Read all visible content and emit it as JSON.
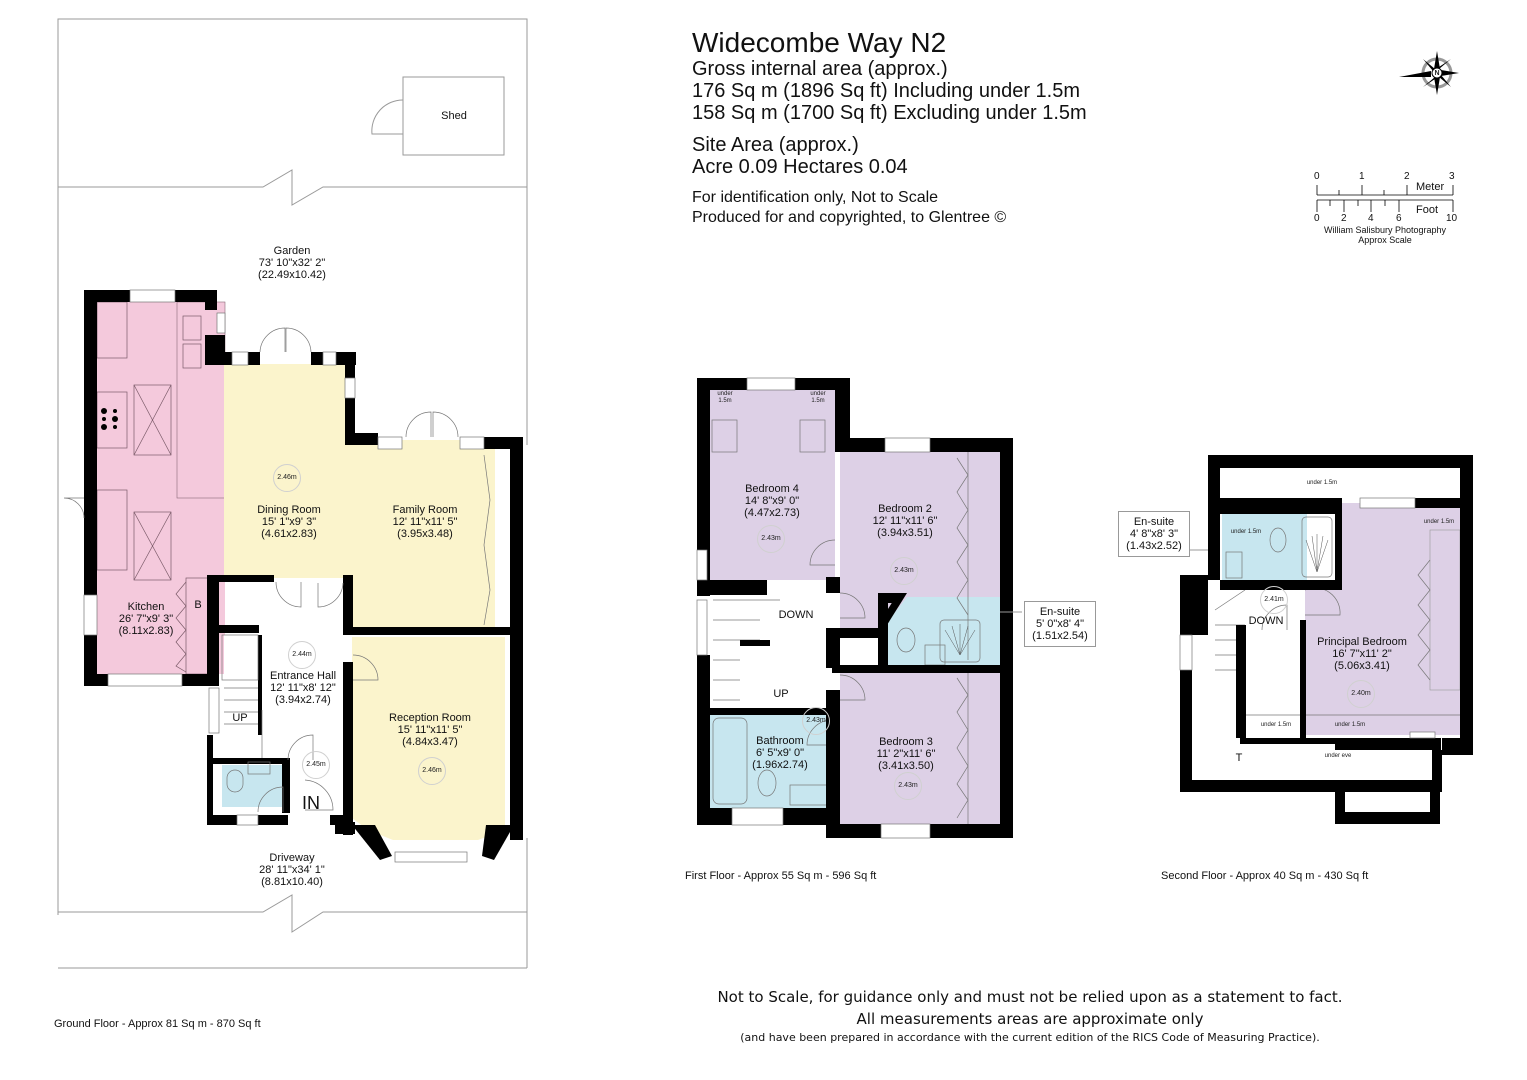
{
  "header": {
    "title": "Widecombe Way N2",
    "gia_label": "Gross internal area (approx.)",
    "gia_including": "176 Sq m (1896 Sq ft) Including under 1.5m",
    "gia_excluding": "158 Sq m (1700 Sq ft) Excluding under 1.5m",
    "site_label": "Site Area (approx.)",
    "site_value": "Acre 0.09 Hectares 0.04",
    "note_scale": "For identification only, Not to Scale",
    "note_copyright": "Produced for and copyrighted, to Glentree ©"
  },
  "compass": {
    "icon": "compass-rose-icon",
    "letter": "N"
  },
  "scale_bar": {
    "meter_label": "Meter",
    "meter_ticks": [
      "0",
      "1",
      "2",
      "3"
    ],
    "foot_label": "Foot",
    "foot_ticks": [
      "0",
      "2",
      "4",
      "6",
      "10"
    ],
    "credit": "William Salisbury Photography",
    "credit_sub": "Approx Scale"
  },
  "colors": {
    "wall": "#000000",
    "kitchen": "#f4c9dc",
    "living": "#fbf4cc",
    "bedroom": "#ddd0e6",
    "wet": "#c7e6ef",
    "outline": "#9a9a9a"
  },
  "ground_floor": {
    "caption": "Ground Floor - Approx 81 Sq m - 870 Sq ft",
    "garden": {
      "name": "Garden",
      "imperial": "73' 10\"x32' 2\"",
      "metric": "(22.49x10.42)"
    },
    "shed": {
      "name": "Shed"
    },
    "kitchen": {
      "name": "Kitchen",
      "imperial": "26' 7\"x9' 3\"",
      "metric": "(8.11x2.83)",
      "cupboard": "B"
    },
    "dining": {
      "name": "Dining Room",
      "imperial": "15' 1\"x9' 3\"",
      "metric": "(4.61x2.83)",
      "height": "2.46m"
    },
    "family": {
      "name": "Family Room",
      "imperial": "12' 11\"x11' 5\"",
      "metric": "(3.95x3.48)"
    },
    "hall": {
      "name": "Entrance Hall",
      "imperial": "12' 11\"x8' 12\"",
      "metric": "(3.94x2.74)",
      "height": "2.44m",
      "height2": "2.45m",
      "stairs": "UP",
      "entry": "IN"
    },
    "reception": {
      "name": "Reception Room",
      "imperial": "15' 11\"x11' 5\"",
      "metric": "(4.84x3.47)",
      "height": "2.46m"
    },
    "driveway": {
      "name": "Driveway",
      "imperial": "28' 11\"x34' 1\"",
      "metric": "(8.81x10.40)"
    }
  },
  "first_floor": {
    "caption": "First Floor - Approx 55 Sq m - 596 Sq ft",
    "bedroom4": {
      "name": "Bedroom 4",
      "imperial": "14' 8\"x9' 0\"",
      "metric": "(4.47x2.73)",
      "height": "2.43m",
      "under_left": "under",
      "under_left2": "1.5m",
      "under_right": "under",
      "under_right2": "1.5m"
    },
    "bedroom2": {
      "name": "Bedroom 2",
      "imperial": "12' 11\"x11' 6\"",
      "metric": "(3.94x3.51)",
      "height": "2.43m"
    },
    "ensuite": {
      "name": "En-suite",
      "imperial": "5' 0\"x8' 4\"",
      "metric": "(1.51x2.54)"
    },
    "bathroom": {
      "name": "Bathroom",
      "imperial": "6' 5\"x9' 0\"",
      "metric": "(1.96x2.74)",
      "height": "2.43m"
    },
    "bedroom3": {
      "name": "Bedroom 3",
      "imperial": "11' 2\"x11' 6\"",
      "metric": "(3.41x3.50)",
      "height": "2.43m"
    },
    "stairs_down": "DOWN",
    "stairs_up": "UP"
  },
  "second_floor": {
    "caption": "Second Floor - Approx 40 Sq m - 430 Sq ft",
    "ensuite": {
      "name": "En-suite",
      "imperial": "4' 8\"x8' 3\"",
      "metric": "(1.43x2.52)",
      "under": "under 1.5m"
    },
    "principal": {
      "name": "Principal Bedroom",
      "imperial": "16' 7\"x11' 2\"",
      "metric": "(5.06x3.41)",
      "height": "2.40m"
    },
    "landing_height": "2.41m",
    "stairs_down": "DOWN",
    "under_top": "under 1.5m",
    "under_right": "under 1.5m",
    "under_bottom_left": "under 1.5m",
    "under_bottom_mid": "under 1.5m",
    "under_eve": "under eve",
    "tank": "T"
  },
  "disclaimer": {
    "line1": "Not to Scale, for guidance only and must not be relied upon as a statement to fact.",
    "line2": "All measurements areas are approximate only",
    "line3": "(and have been prepared in accordance with the current edition of the RICS Code of Measuring Practice)."
  }
}
